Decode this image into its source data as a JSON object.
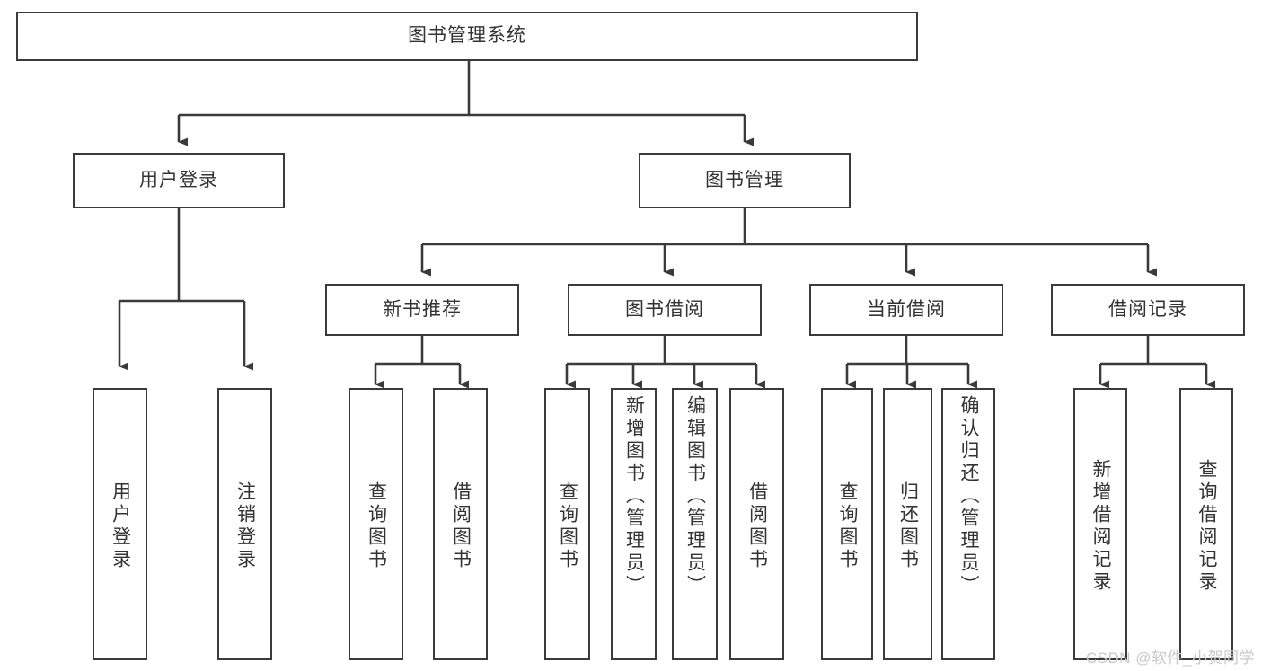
{
  "diagram": {
    "title": "图书管理系统",
    "type": "tree-hierarchy-diagram",
    "colors": {
      "stroke": "#3a3a3a",
      "text": "#333333",
      "background": "#ffffff",
      "watermark": "#c9c9c9"
    },
    "root": {
      "label": "图书管理系统"
    },
    "level2": [
      {
        "label": "用户登录"
      },
      {
        "label": "图书管理"
      }
    ],
    "level3": [
      {
        "label": "新书推荐"
      },
      {
        "label": "图书借阅"
      },
      {
        "label": "当前借阅"
      },
      {
        "label": "借阅记录"
      }
    ],
    "leaves": {
      "user_login": [
        {
          "label": "用户登录"
        },
        {
          "label": "注销登录"
        }
      ],
      "new_book_recommend": [
        {
          "label": "查询图书"
        },
        {
          "label": "借阅图书"
        }
      ],
      "book_borrow": [
        {
          "label": "查询图书"
        },
        {
          "label": "新增图书（管理员）"
        },
        {
          "label": "编辑图书（管理员）"
        },
        {
          "label": "借阅图书"
        }
      ],
      "current_borrow": [
        {
          "label": "查询图书"
        },
        {
          "label": "归还图书"
        },
        {
          "label": "确认归还（管理员）"
        }
      ],
      "borrow_record": [
        {
          "label": "新增借阅记录"
        },
        {
          "label": "查询借阅记录"
        }
      ]
    },
    "watermark": "CSDN @软件_小贺同学"
  }
}
